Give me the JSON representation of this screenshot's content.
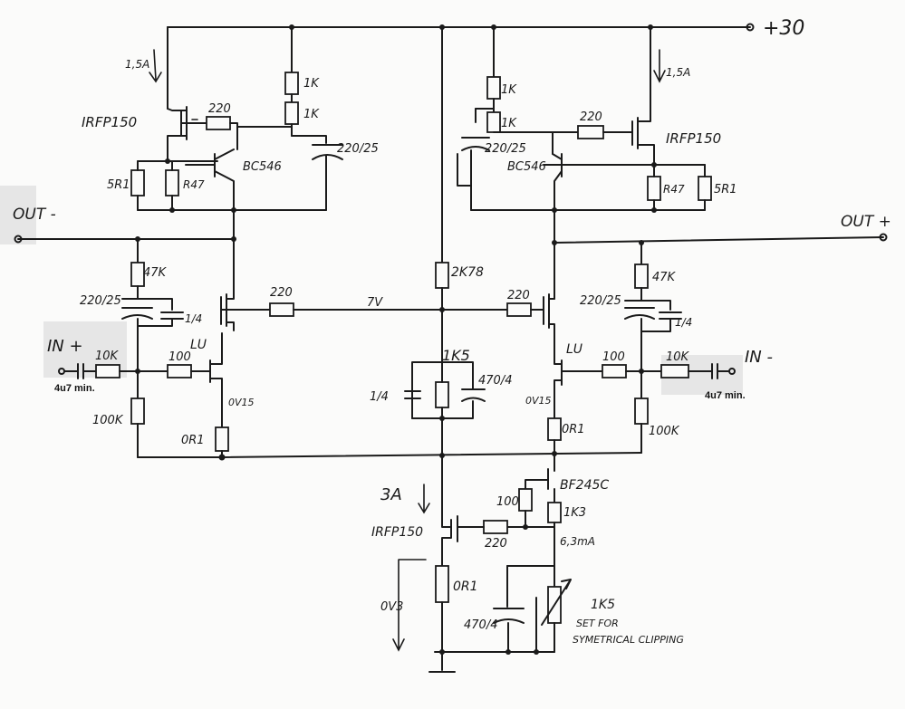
{
  "supply": "+30",
  "outputs": {
    "out_minus": "OUT -",
    "out_plus": "OUT +"
  },
  "inputs": {
    "in_plus": "IN +",
    "in_minus": "IN -",
    "cap_note_left": "4u7 min.",
    "cap_note_right": "4u7 min."
  },
  "currents": {
    "left_upper": "1,5A",
    "right_upper": "1,5A",
    "tail": "3A",
    "ccs": "6,3mA"
  },
  "voltages": {
    "node_mid": "7V",
    "left_source": "0V15",
    "right_source": "0V15",
    "bottom": "0V3"
  },
  "notes": {
    "set_for": "SET FOR",
    "symmetrical": "SYMETRICAL CLIPPING"
  },
  "left_upper": {
    "mosfet": "IRFP150",
    "gate_r": "220",
    "r1": "1K",
    "r2": "1K",
    "cap": "220/25",
    "bjt": "BC546",
    "r5r1": "5R1",
    "r47": "R47"
  },
  "right_upper": {
    "mosfet": "IRFP150",
    "gate_r": "220",
    "r1": "1K",
    "r2": "1K",
    "cap": "220/25",
    "bjt": "BC546",
    "r47": "R47",
    "r5r1": "5R1"
  },
  "left_input": {
    "r_fb": "47K",
    "cap": "220/25",
    "cap2": "1/4",
    "r_in": "10K",
    "r_gate": "100",
    "r_bias": "100K",
    "jfet": "LU",
    "r_src": "0R1",
    "r_gate_mos": "220"
  },
  "right_input": {
    "r_fb": "47K",
    "cap": "220/25",
    "cap2": "1/4",
    "r_in": "10K",
    "r_gate": "100",
    "r_bias": "100K",
    "jfet": "LU",
    "r_src": "0R1",
    "r_gate_mos": "220"
  },
  "center": {
    "r_top": "2K78",
    "r_mid": "1K5",
    "cap_1u": "1/4",
    "cap_470": "470/4"
  },
  "tail": {
    "jfet": "BF245C",
    "r_100": "100",
    "r_1k3": "1K3",
    "mosfet": "IRFP150",
    "r_gate": "220",
    "r_src": "0R1",
    "cap": "470/4",
    "pot": "1K5"
  }
}
